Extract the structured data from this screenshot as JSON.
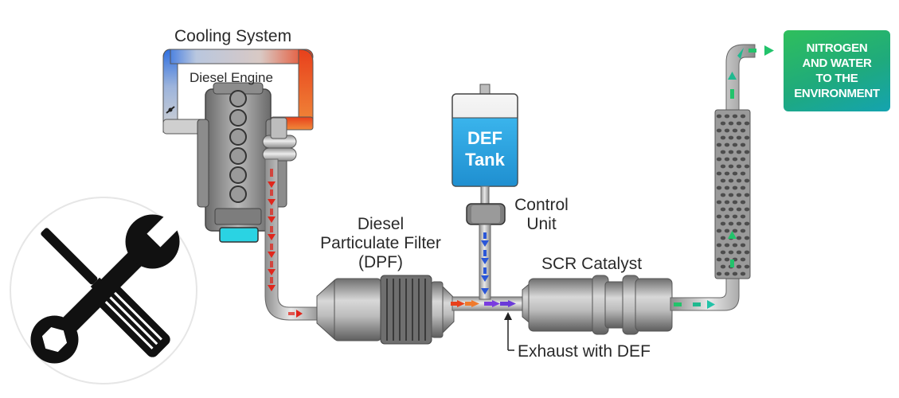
{
  "labels": {
    "cooling_system": "Cooling System",
    "diesel_engine": "Diesel Engine",
    "dpf_line1": "Diesel",
    "dpf_line2": "Particulate Filter",
    "dpf_line3": "(DPF)",
    "def_tank": "DEF\nTank",
    "control_unit_line1": "Control",
    "control_unit_line2": "Unit",
    "scr_catalyst": "SCR Catalyst",
    "exhaust_with_def": "Exhaust with DEF",
    "environment": "NITROGEN\nAND WATER\nTO THE\nENVIRONMENT"
  },
  "icons": {
    "tools": "wrench-and-screwdriver-icon"
  },
  "colors": {
    "coolant_cold": "#2f6fe0",
    "coolant_hot": "#e8401c",
    "def_blue": "#2aa3e0",
    "exhaust_red": "#e0261c",
    "def_flow_blue": "#2a56d8",
    "clean_green": "#22c36b",
    "env_box": "#1faa7c",
    "engine_cap": "#2ad3e3"
  }
}
